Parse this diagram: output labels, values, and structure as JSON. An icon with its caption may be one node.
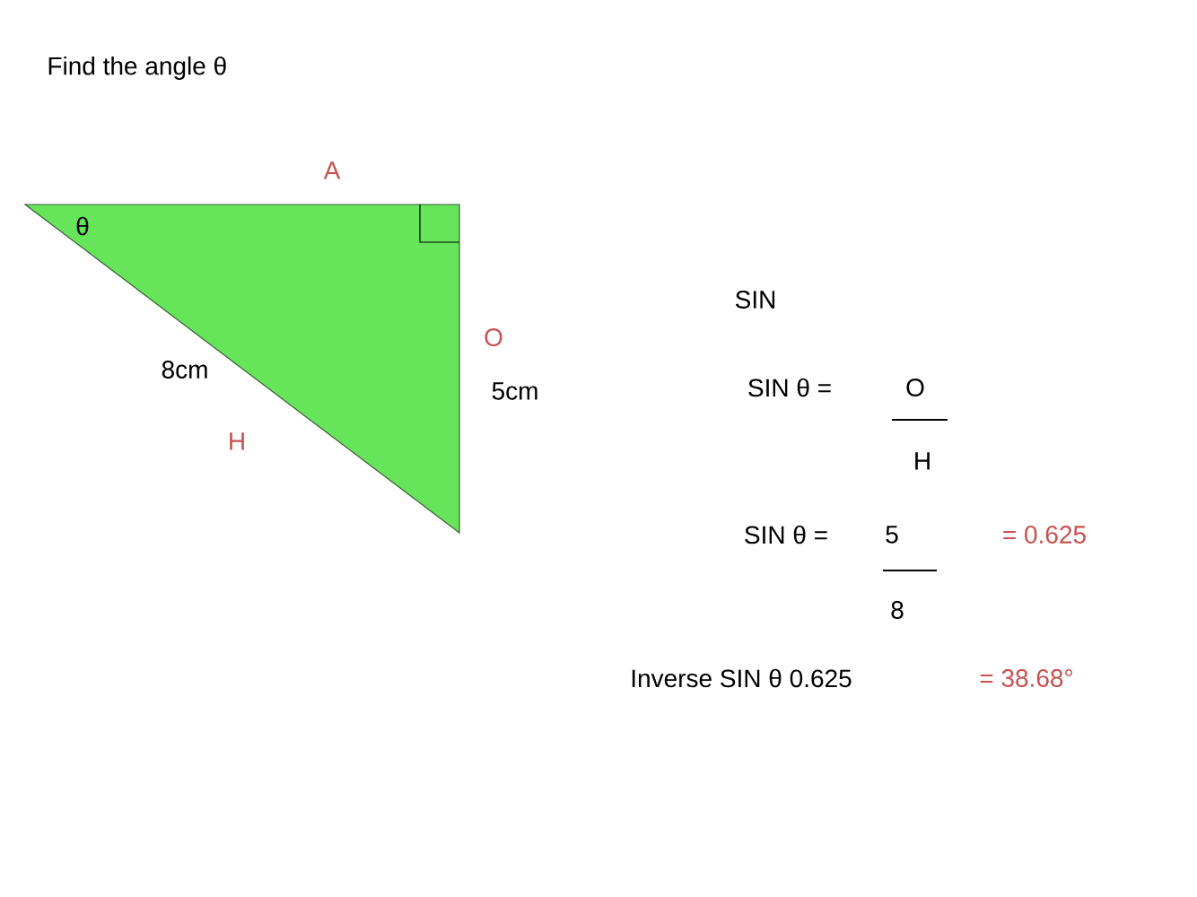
{
  "diagram": {
    "title": "Find the angle θ",
    "nodes": [
      {
        "text": [
          "θ"
        ],
        "beside": [
          "A",
          "O",
          "5cm",
          "8cm",
          "H"
        ]
      }
    ],
    "edges": [],
    "labels": [
      "SIN",
      "SIN θ  =",
      "O",
      "H",
      "SIN θ  =",
      "5",
      "= 0.625",
      "8",
      "Inverse SIN θ 0.625",
      "= 38.68°"
    ]
  }
}
